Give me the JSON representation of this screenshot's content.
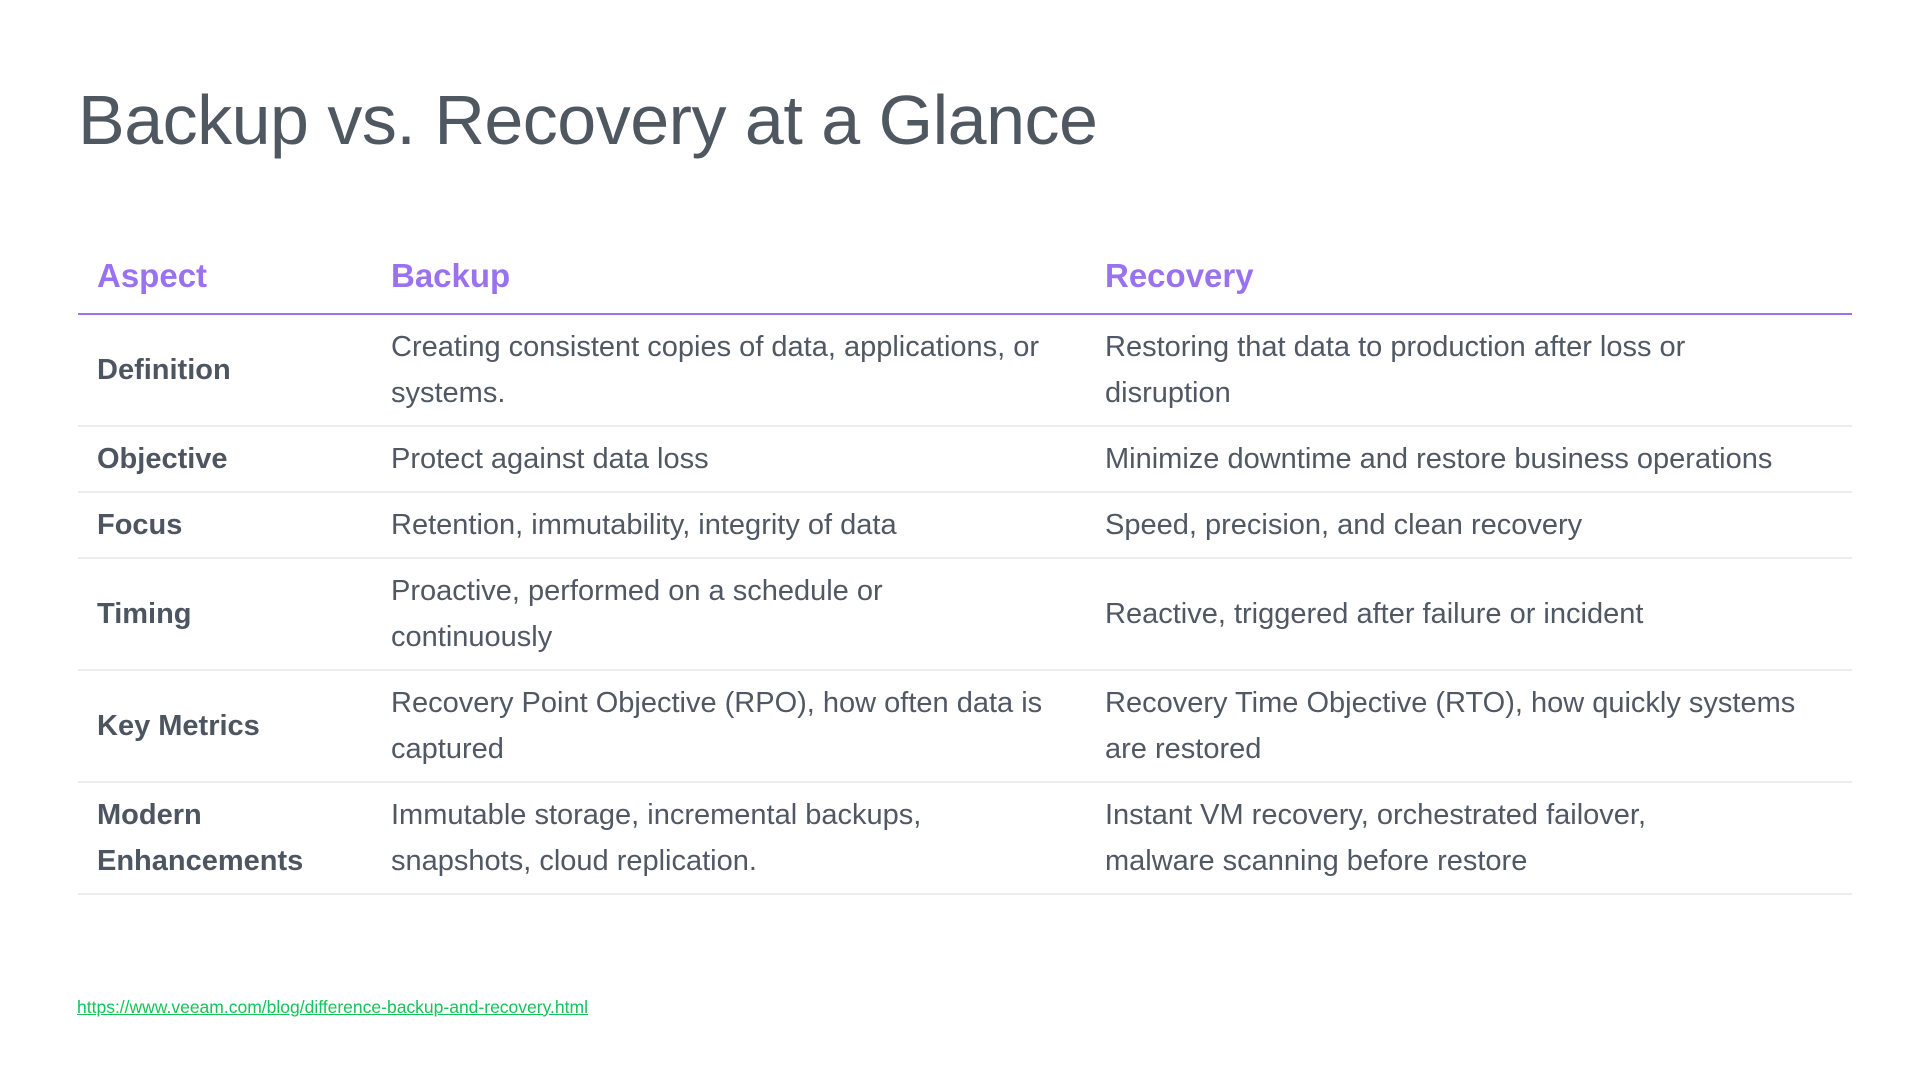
{
  "title": "Backup vs. Recovery at a Glance",
  "table": {
    "headers": [
      "Aspect",
      "Backup",
      "Recovery"
    ],
    "rows": [
      {
        "aspect": "Definition",
        "backup": "Creating consistent copies of data, applications, or systems.",
        "recovery": "Restoring that data to production after loss or disruption"
      },
      {
        "aspect": "Objective",
        "backup": "Protect against data loss",
        "recovery": "Minimize downtime and restore business operations"
      },
      {
        "aspect": "Focus",
        "backup": "Retention, immutability, integrity of data",
        "recovery": "Speed, precision, and clean recovery"
      },
      {
        "aspect": "Timing",
        "backup": "Proactive, performed on a schedule or continuously",
        "recovery": "Reactive, triggered after failure or incident"
      },
      {
        "aspect": "Key Metrics",
        "backup": "Recovery Point Objective (RPO), how often data is captured",
        "recovery": "Recovery Time Objective (RTO), how quickly systems are restored"
      },
      {
        "aspect": "Modern Enhancements",
        "backup": "Immutable storage, incremental backups, snapshots, cloud replication.",
        "recovery": "Instant VM recovery, orchestrated failover, malware scanning before restore"
      }
    ]
  },
  "source_link": "https://www.veeam.com/blog/difference-backup-and-recovery.html",
  "colors": {
    "header_accent": "#9a72f0",
    "text": "#4f5760",
    "link": "#13c55b"
  }
}
